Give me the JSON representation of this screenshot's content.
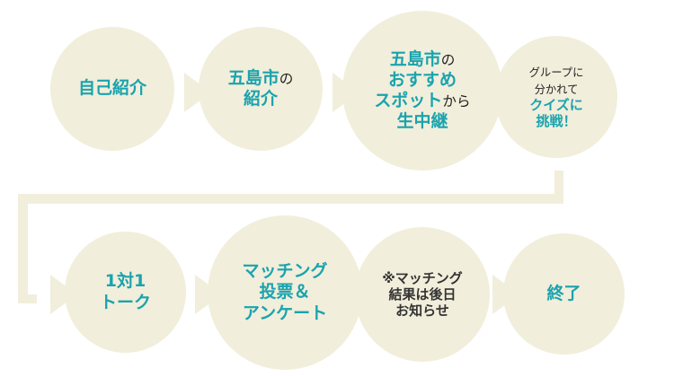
{
  "colors": {
    "circle_fill": "#f1eedb",
    "accent_teal": "#1aa3ae",
    "text_dark": "#222222"
  },
  "steps": [
    {
      "id": "self-intro",
      "lines": [
        [
          {
            "text": "自己紹介",
            "style": "teal"
          }
        ]
      ]
    },
    {
      "id": "goto-intro",
      "lines": [
        [
          {
            "text": "五島市",
            "style": "teal"
          },
          {
            "text": "の",
            "style": "dark"
          }
        ],
        [
          {
            "text": "紹介",
            "style": "teal"
          }
        ]
      ]
    },
    {
      "id": "live-stream",
      "lines": [
        [
          {
            "text": "五島市",
            "style": "teal"
          },
          {
            "text": "の",
            "style": "dark"
          }
        ],
        [
          {
            "text": "おすすめ",
            "style": "teal"
          }
        ],
        [
          {
            "text": "スポット",
            "style": "teal"
          },
          {
            "text": "から",
            "style": "dark"
          }
        ],
        [
          {
            "text": "生中継",
            "style": "teal"
          }
        ]
      ]
    },
    {
      "id": "quiz",
      "lines": [
        [
          {
            "text": "グループに",
            "style": "dark"
          }
        ],
        [
          {
            "text": "分かれて",
            "style": "dark"
          }
        ],
        [
          {
            "text": "クイズに",
            "style": "teal"
          }
        ],
        [
          {
            "text": "挑戦！",
            "style": "teal"
          }
        ]
      ]
    },
    {
      "id": "one-on-one",
      "lines": [
        [
          {
            "text": "1対1",
            "style": "teal"
          }
        ],
        [
          {
            "text": "トーク",
            "style": "teal"
          }
        ]
      ]
    },
    {
      "id": "matching-vote",
      "lines": [
        [
          {
            "text": "マッチング",
            "style": "teal"
          }
        ],
        [
          {
            "text": "投票＆",
            "style": "teal"
          }
        ],
        [
          {
            "text": "アンケート",
            "style": "teal"
          }
        ]
      ]
    },
    {
      "id": "matching-notice",
      "lines": [
        [
          {
            "text": "※マッチング",
            "style": "darkbold"
          }
        ],
        [
          {
            "text": "結果は後日",
            "style": "darkbold"
          }
        ],
        [
          {
            "text": "お知らせ",
            "style": "darkbold"
          }
        ]
      ]
    },
    {
      "id": "end",
      "lines": [
        [
          {
            "text": "終了",
            "style": "teal"
          }
        ]
      ]
    }
  ]
}
